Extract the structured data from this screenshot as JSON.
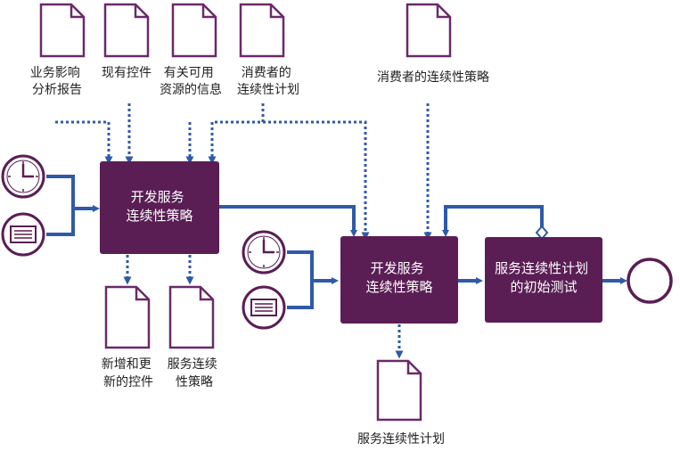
{
  "colors": {
    "process_fill": "#5a1e55",
    "document_stroke": "#6a2a68",
    "flow_arrow": "#2e5aa8",
    "text": "#222222"
  },
  "processes": [
    {
      "lines": [
        "开发服务",
        "连续性策略"
      ]
    },
    {
      "lines": [
        "开发服务",
        "连续性策略"
      ]
    },
    {
      "lines": [
        "服务连续性计划",
        "的初始测试"
      ]
    }
  ],
  "inputs": [
    {
      "lines": [
        "业务影响",
        "分析报告"
      ]
    },
    {
      "lines": [
        "现有控件"
      ]
    },
    {
      "lines": [
        "有关可用",
        "资源的信息"
      ]
    },
    {
      "lines": [
        "消费者的",
        "连续性计划"
      ]
    },
    {
      "lines": [
        "消费者的连续性策略"
      ]
    }
  ],
  "outputs": [
    {
      "lines": [
        "新增和更",
        "新的控件"
      ]
    },
    {
      "lines": [
        "服务连续",
        "性策略"
      ]
    },
    {
      "lines": [
        "服务连续性计划"
      ]
    }
  ],
  "events": {
    "timer": "clock-icon",
    "message": "message-icon",
    "end": "end-event-icon"
  }
}
